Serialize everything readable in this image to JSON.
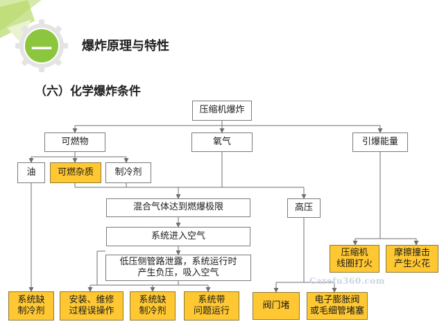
{
  "header": {
    "badge_text": "一",
    "title": "爆炸原理与特性"
  },
  "subtitle": "（六）化学爆炸条件",
  "nodes": {
    "root": "压缩机爆炸",
    "flammable": "可燃物",
    "oxygen": "氧气",
    "ignition": "引爆能量",
    "oil": "油",
    "impurity": "可燃杂质",
    "refrigerant": "制冷剂",
    "mix_limit": "混合气体达到燃爆极限",
    "high_pressure": "高压",
    "air_enter": "系统进入空气",
    "low_leak": "低压侧管路泄露，系统运行时\n产生负压，吸入空气",
    "motor_fire": "压缩机\n线圈打火",
    "friction_spark": "摩擦撞击\n产生火花",
    "lack_ref_1": "系统缺\n制冷剂",
    "install_error": "安装、维修\n过程误操作",
    "lack_ref_2": "系统缺\n制冷剂",
    "fault_run": "系统带\n问题运行",
    "valve_block": "阀门堵",
    "exp_valve": "电子膨胀阀\n或毛细管堵塞"
  },
  "watermark": "Carefu360.com",
  "colors": {
    "highlight": "#ffc832",
    "badge_green": "#8cc63f",
    "line": "#6e6e6e"
  }
}
